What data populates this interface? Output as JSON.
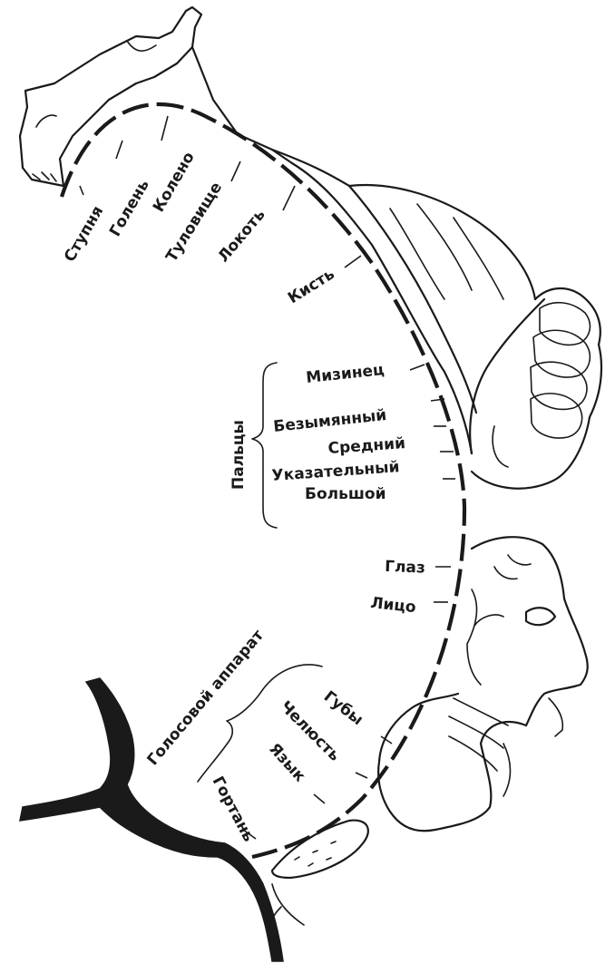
{
  "labels": {
    "foot": "Ступня",
    "shin": "Голень",
    "knee": "Колено",
    "trunk": "Туловище",
    "elbow": "Локоть",
    "hand": "Кисть",
    "fingers_group": "Пальцы",
    "little_finger": "Мизинец",
    "ring_finger": "Безымянный",
    "middle_finger": "Средний",
    "index_finger": "Указательный",
    "thumb": "Большой",
    "eye": "Глаз",
    "face": "Лицо",
    "vocal_group": "Голосовой аппарат",
    "lips": "Губы",
    "jaw": "Челюсть",
    "tongue": "Язык",
    "larynx": "Гортань"
  },
  "colors": {
    "ink": "#1a1a1a",
    "background": "#ffffff"
  }
}
